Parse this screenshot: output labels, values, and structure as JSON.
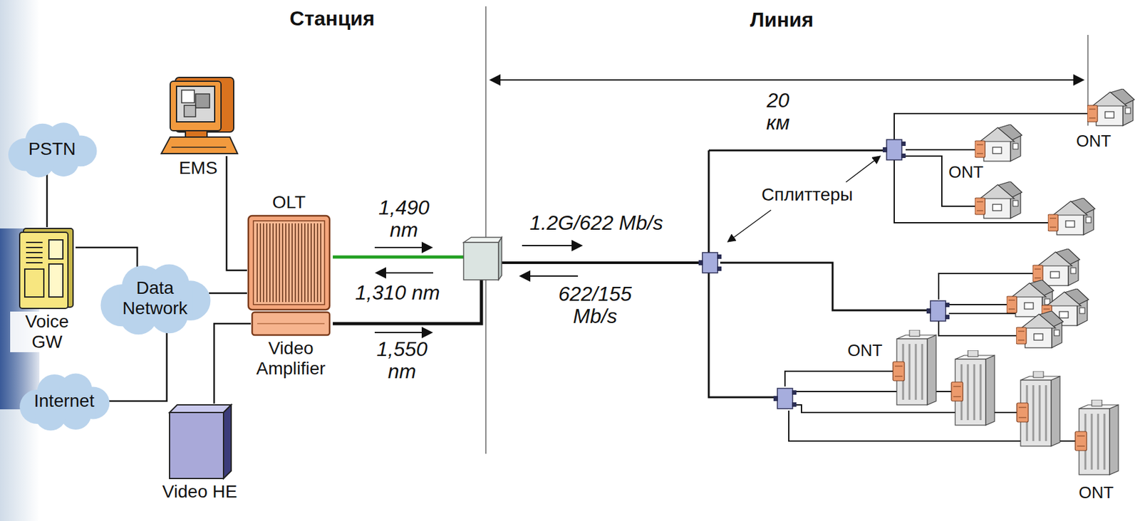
{
  "diagram": {
    "nodes": [
      {
        "text": [
          "PSTN"
        ]
      },
      {
        "text": [
          "Voice GW"
        ]
      },
      {
        "text": [
          "Data Network"
        ]
      },
      {
        "text": [
          "Internet"
        ]
      },
      {
        "text": [
          "EMS"
        ]
      },
      {
        "text": [
          "OLT"
        ]
      },
      {
        "text": [
          "Video Amplifier"
        ]
      },
      {
        "text": [
          "Video HE"
        ]
      }
    ],
    "edges": [
      {
        "from": 0,
        "to": 1,
        "arrow": "none"
      },
      {
        "from": 1,
        "to": 2,
        "arrow": "none"
      },
      {
        "from": 2,
        "to": 3,
        "arrow": "none"
      },
      {
        "from": 2,
        "to": 5,
        "arrow": "none"
      },
      {
        "from": 4,
        "to": 5,
        "arrow": "none"
      },
      {
        "from": 7,
        "to": 6,
        "arrow": "none"
      }
    ],
    "labels": [
      "Станция",
      "Линия",
      "20 км",
      "1,490 nm",
      "1,310 nm",
      "1,550 nm",
      "1.2G/622 Mb/s",
      "622/155 Mb/s",
      "Сплиттеры",
      "ONT",
      "ONT",
      "ONT",
      "ONT"
    ]
  }
}
